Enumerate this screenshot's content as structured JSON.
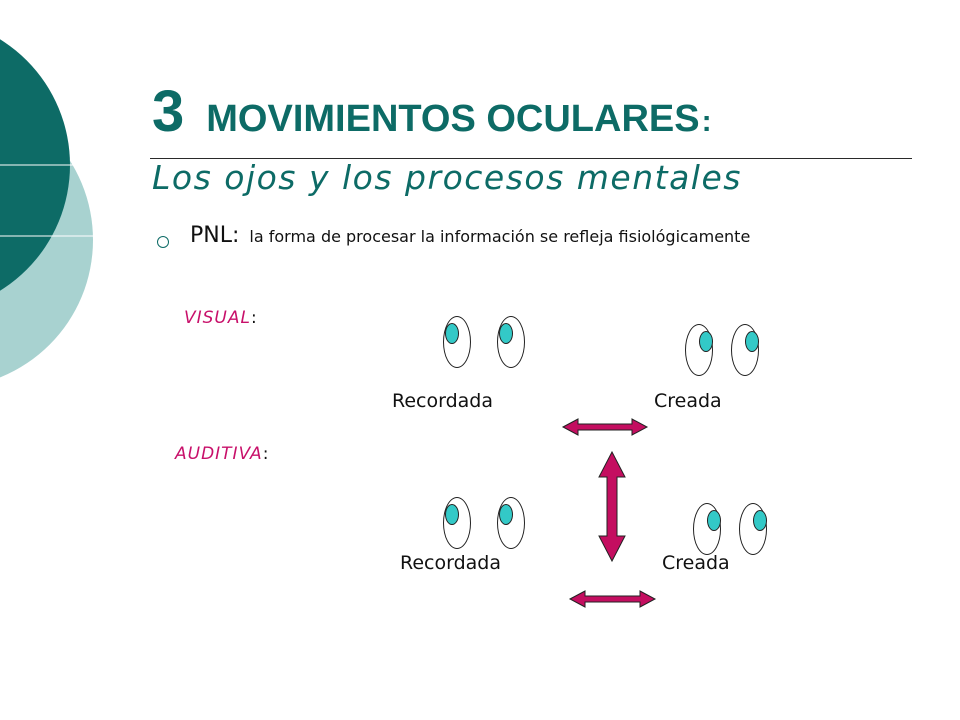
{
  "slide": {
    "title_number": "3",
    "title_main": "MOVIMIENTOS OCULARES",
    "title_colon": ":",
    "subtitle": "Los ojos y los procesos mentales",
    "bullet": {
      "term": "PNL",
      "colon": ":",
      "text": "la forma de procesar la información se refleja fisiológicamente"
    },
    "visual": {
      "label": "VISUAL",
      "colon": ":",
      "left_label": "Recordada",
      "right_label": "Creada"
    },
    "auditiva": {
      "label": "AUDITIVA",
      "colon": ":",
      "left_label": "Recordada",
      "right_label": "Creada"
    }
  },
  "colors": {
    "teal_dark": "#0d6b66",
    "teal_light": "#a8d2d0",
    "accent_magenta": "#c8106a",
    "pupil": "#33c9c7",
    "arrow_fill": "#c40e60"
  },
  "icons": [
    "eye-icon",
    "double-arrow-icon"
  ]
}
